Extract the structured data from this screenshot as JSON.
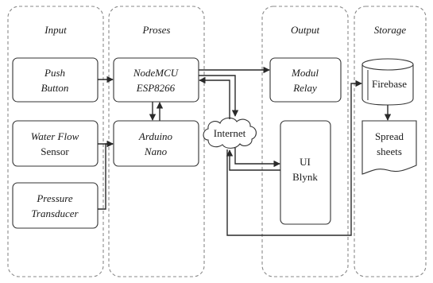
{
  "columns": {
    "input": "Input",
    "proses": "Proses",
    "output": "Output",
    "storage": "Storage"
  },
  "nodes": {
    "push_button": [
      "Push",
      "Button"
    ],
    "water_flow": [
      "Water Flow",
      "Sensor"
    ],
    "pressure": [
      "Pressure",
      "Transducer"
    ],
    "nodemcu": [
      "NodeMCU",
      "ESP8266"
    ],
    "arduino": [
      "Arduino",
      "Nano"
    ],
    "internet": "Internet",
    "modul_relay": [
      "Modul",
      "Relay"
    ],
    "ui_blynk": [
      "UI",
      "Blynk"
    ],
    "firebase": "Firebase",
    "spreadsheets": [
      "Spread",
      "sheets"
    ]
  }
}
